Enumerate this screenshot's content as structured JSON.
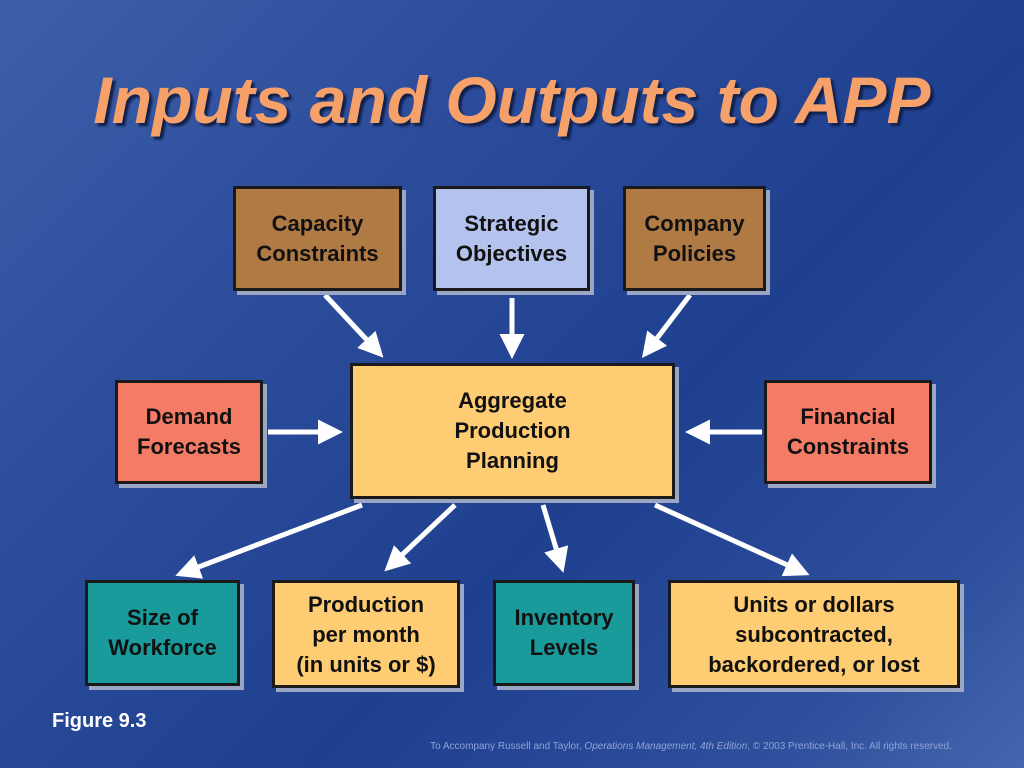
{
  "title": "Inputs and Outputs to APP",
  "inputs": {
    "capacity": "Capacity\nConstraints",
    "strategic": "Strategic\nObjectives",
    "company": "Company\nPolicies",
    "demand": "Demand\nForecasts",
    "financial": "Financial\nConstraints"
  },
  "center": "Aggregate\nProduction\nPlanning",
  "outputs": {
    "workforce": "Size of\nWorkforce",
    "production": "Production\nper month\n(in units or $)",
    "inventory": "Inventory\nLevels",
    "units": "Units or dollars\nsubcontracted,\nbackordered, or lost"
  },
  "figure_label": "Figure 9.3",
  "footer": {
    "prefix": "To Accompany Russell and Taylor, ",
    "book": "Operations Management, 4th Edition",
    "suffix": ",  © 2003 Prentice-Hall, Inc. All rights reserved."
  },
  "colors": {
    "title": "#f7a16a",
    "brown_box": "#b07a45",
    "lavender_box": "#b4c3ee",
    "salmon_box": "#f47c66",
    "yellow_box": "#fecc72",
    "teal_box": "#1a9b9b",
    "arrow": "#ffffff"
  }
}
